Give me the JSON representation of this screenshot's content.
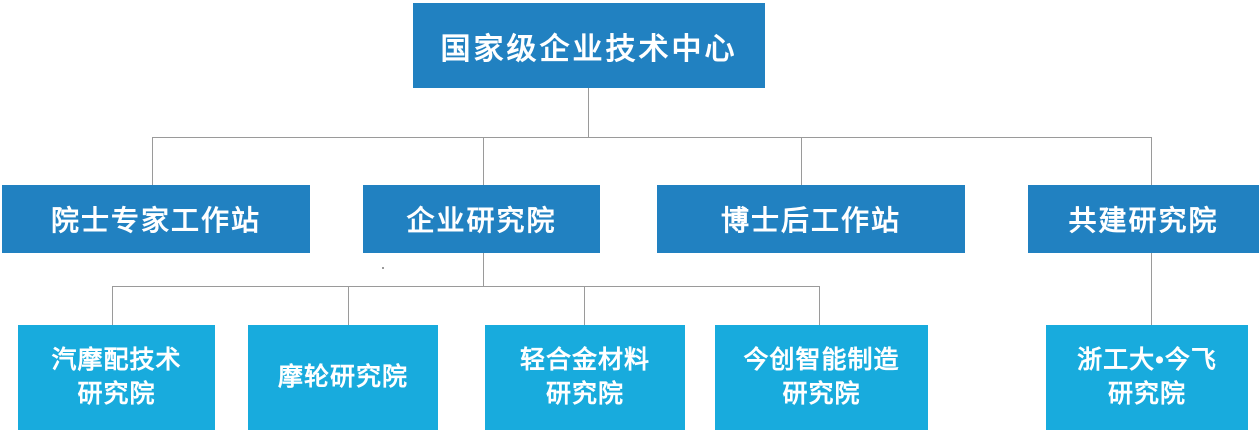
{
  "colors": {
    "primary_blue": "#2181c1",
    "secondary_blue": "#18abdd",
    "line_gray": "#9a9a9a",
    "text_white": "#ffffff"
  },
  "org": {
    "root": {
      "label": "国家级企业技术中心"
    },
    "level2": [
      {
        "label": "院士专家工作站"
      },
      {
        "label": "企业研究院"
      },
      {
        "label": "博士后工作站"
      },
      {
        "label": "共建研究院"
      }
    ],
    "level3": [
      {
        "lines": [
          "汽摩配技术",
          "研究院"
        ]
      },
      {
        "lines": [
          "摩轮研究院"
        ]
      },
      {
        "lines": [
          "轻合金材料",
          "研究院"
        ]
      },
      {
        "lines": [
          "今创智能制造",
          "研究院"
        ]
      },
      {
        "lines": [
          "浙工大•今飞",
          "研究院"
        ]
      }
    ]
  }
}
